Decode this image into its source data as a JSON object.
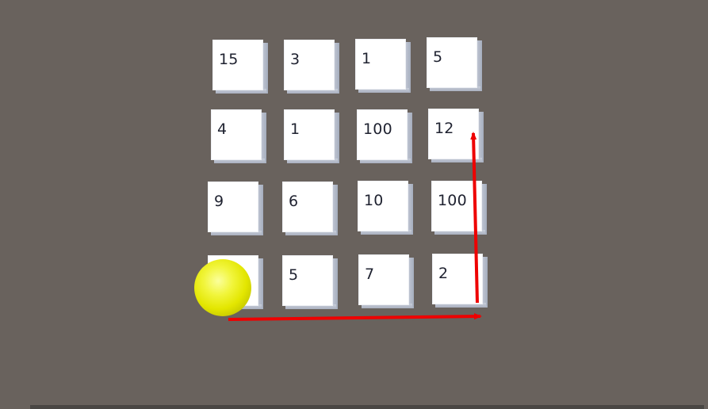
{
  "grid": {
    "rows": [
      [
        "15",
        "3",
        "1",
        "5"
      ],
      [
        "4",
        "1",
        "100",
        "12"
      ],
      [
        "9",
        "6",
        "10",
        "100"
      ],
      [
        "",
        "5",
        "7",
        "2"
      ]
    ]
  },
  "player": {
    "name": "yellow-ball",
    "color": "#f0f030",
    "grid_position": {
      "row": 3,
      "col": 0
    }
  },
  "route": {
    "color": "#ee0000",
    "cells": [
      {
        "row": 3,
        "col": 0
      },
      {
        "row": 3,
        "col": 3
      },
      {
        "row": 1,
        "col": 3
      }
    ]
  }
}
